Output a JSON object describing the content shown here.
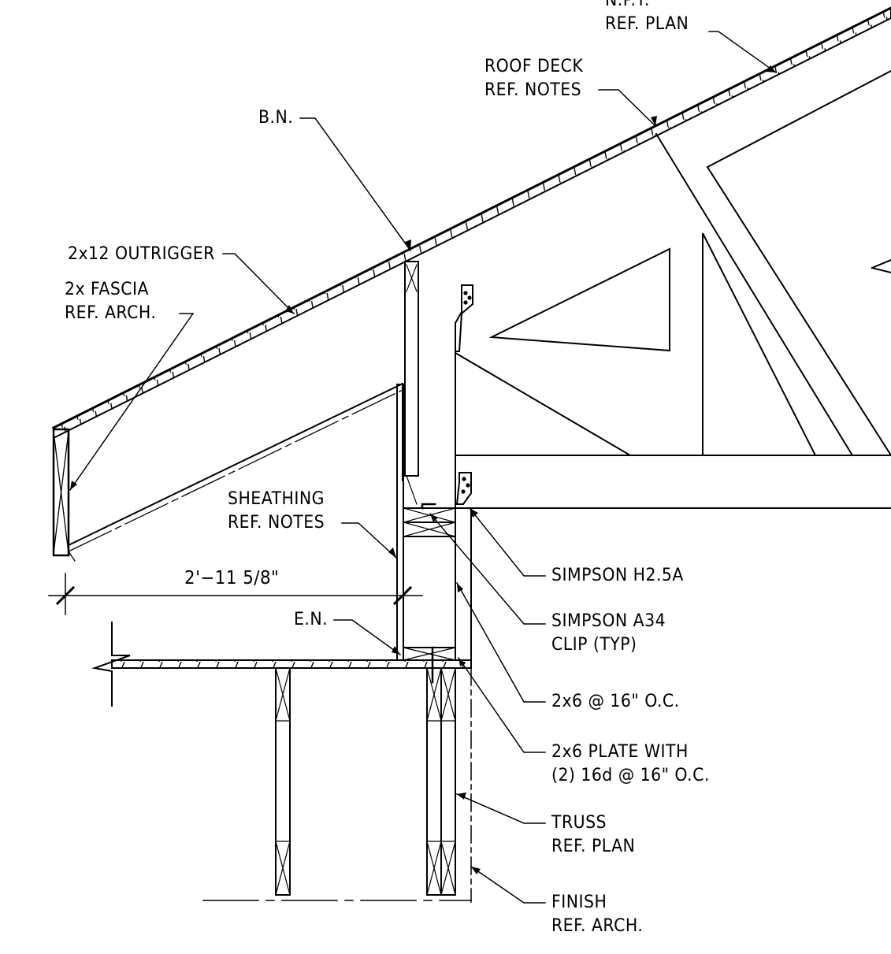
{
  "colors": {
    "line": "#000000",
    "background": "#ffffff"
  },
  "labels": {
    "npt": {
      "line1": "N.P.T.",
      "line2": "REF. PLAN"
    },
    "roof_deck": {
      "line1": "ROOF DECK",
      "line2": "REF. NOTES"
    },
    "bn": "B.N.",
    "outrigger": "2x12 OUTRIGGER",
    "fascia": {
      "line1": "2x FASCIA",
      "line2": "REF. ARCH."
    },
    "sheathing": {
      "line1": "SHEATHING",
      "line2": "REF. NOTES"
    },
    "dimension": "2'−11 5/8\"",
    "en": "E.N.",
    "h25a": "SIMPSON H2.5A",
    "a34": {
      "line1": "SIMPSON A34",
      "line2": "CLIP (TYP)"
    },
    "studs": "2x6 @ 16\" O.C.",
    "plate": {
      "line1": "2x6 PLATE WITH",
      "line2": "(2) 16d @ 16\" O.C."
    },
    "truss": {
      "line1": "TRUSS",
      "line2": "REF. PLAN"
    },
    "finish": {
      "line1": "FINISH",
      "line2": "REF. ARCH."
    }
  }
}
